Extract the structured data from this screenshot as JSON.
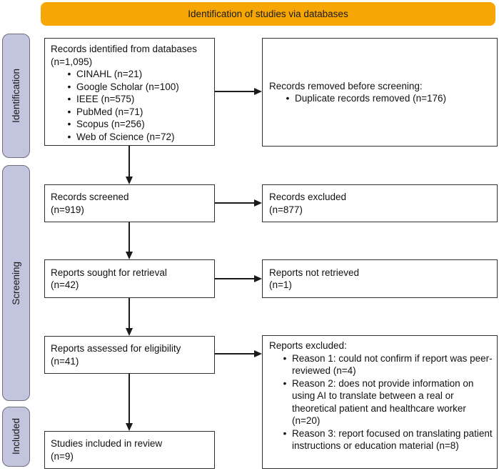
{
  "banner": {
    "label": "Identification of studies via databases",
    "bg_color": "#F6A605"
  },
  "sidebar": {
    "bg_color": "#C3C4DD",
    "items": [
      {
        "label": "Identification"
      },
      {
        "label": "Screening"
      },
      {
        "label": "Included"
      }
    ]
  },
  "boxes": {
    "identified": {
      "lines": [
        "Records identified from databases",
        "(n=1,095)"
      ],
      "bullets": [
        "CINAHL (n=21)",
        "Google Scholar (n=100)",
        "IEEE (n=575)",
        "PubMed (n=71)",
        "Scopus (n=256)",
        "Web of Science (n=72)"
      ]
    },
    "removed": {
      "lines": [
        "Records removed before screening:"
      ],
      "bullets": [
        "Duplicate records removed (n=176)"
      ]
    },
    "screened": {
      "lines": [
        "Records screened",
        "(n=919)"
      ]
    },
    "excluded_screening": {
      "lines": [
        "Records excluded",
        "(n=877)"
      ]
    },
    "sought": {
      "lines": [
        "Reports sought for retrieval",
        "(n=42)"
      ]
    },
    "not_retrieved": {
      "lines": [
        "Reports not retrieved",
        "(n=1)"
      ]
    },
    "assessed": {
      "lines": [
        "Reports assessed for eligibility",
        "(n=41)"
      ]
    },
    "reports_excluded": {
      "lines": [
        "Reports excluded:"
      ],
      "bullets": [
        "Reason 1: could not confirm if report was peer-reviewed (n=4)",
        "Reason 2: does not provide information on using AI to translate between a real or theoretical patient and healthcare worker (n=20)",
        "Reason 3: report focused on translating patient instructions or education material (n=8)"
      ]
    },
    "included": {
      "lines": [
        "Studies included in review",
        "(n=9)"
      ]
    }
  },
  "colors": {
    "box_border": "#2F2F2F",
    "arrow": "#1A1A1A",
    "text": "#111111"
  }
}
